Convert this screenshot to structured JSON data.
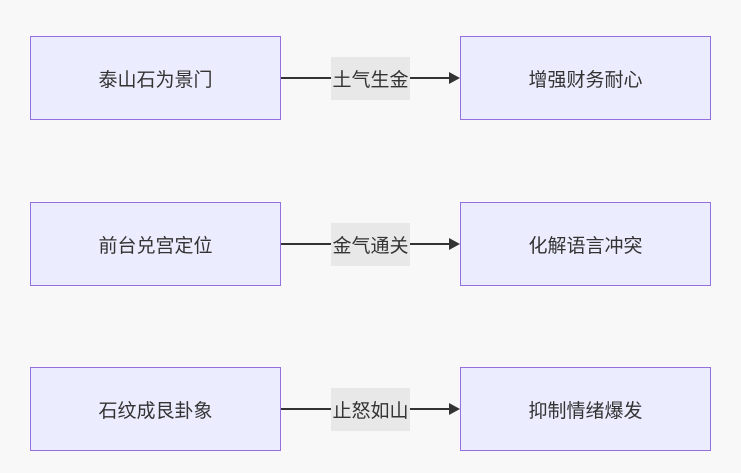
{
  "diagram": {
    "type": "flowchart-lr",
    "colors": {
      "node_fill": "#ECECFF",
      "node_border": "#9370DB",
      "edge_line": "#333333",
      "edge_label_bg": "#e8e8e8",
      "text": "#333333",
      "background": "#f8f8f8"
    },
    "rows": [
      {
        "source": "泰山石为景门",
        "edge_label": "土气生金",
        "target": "增强财务耐心"
      },
      {
        "source": "前台兑宫定位",
        "edge_label": "金气通关",
        "target": "化解语言冲突"
      },
      {
        "source": "石纹成艮卦象",
        "edge_label": "止怒如山",
        "target": "抑制情绪爆发"
      }
    ]
  }
}
